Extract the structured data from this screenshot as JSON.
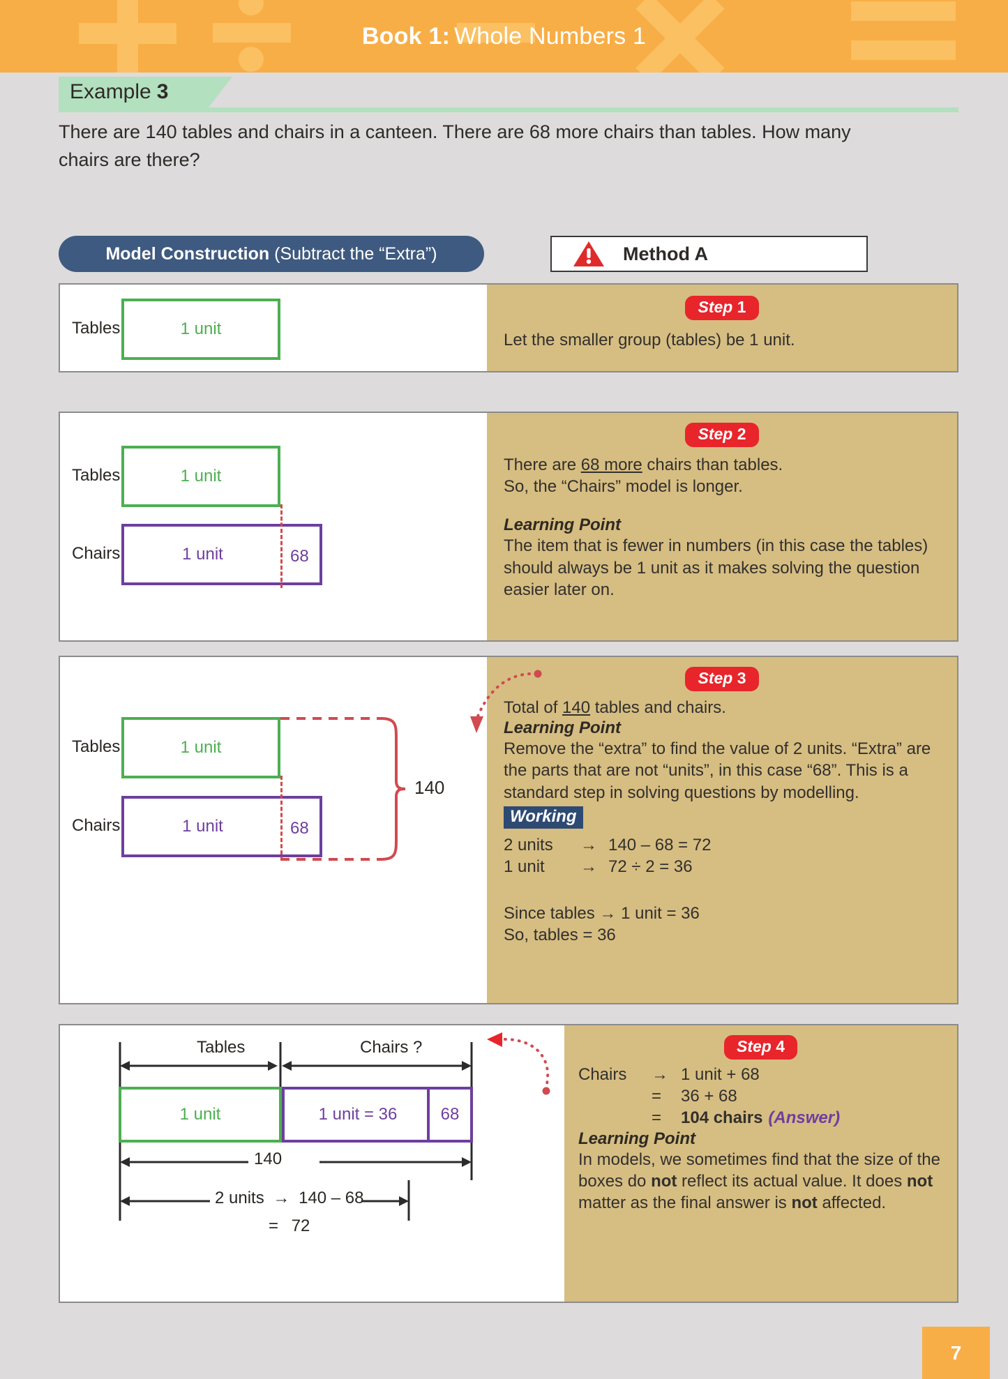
{
  "header": {
    "book_label": "Book 1:",
    "chapter": "Whole Numbers 1",
    "bg_color": "#f8ae46",
    "symbols": [
      "plus-icon",
      "divide-icon",
      "minus-icon",
      "multiply-icon",
      "equals-icon"
    ]
  },
  "example": {
    "label": "Example",
    "number": "3",
    "tab_color": "#b3e0bf"
  },
  "question": "There are 140 tables and chairs in a canteen. There are 68 more chairs than tables. How many chairs are there?",
  "banner": {
    "model_title": "Model Construction",
    "model_subtitle": "(Subtract the “Extra”)",
    "model_color": "#3f5a80",
    "method_label": "Method A",
    "method_icon": "warning-triangle-icon"
  },
  "steps": [
    {
      "badge": "Step",
      "number": "1",
      "body": "Let the smaller group (tables) be 1 unit.",
      "diagram": {
        "rows": [
          {
            "label": "Tables",
            "color": "green",
            "caption": "1 unit"
          }
        ]
      }
    },
    {
      "badge": "Step",
      "number": "2",
      "line1_a": "There are ",
      "line1_u": "68 more",
      "line1_b": " chairs than tables.",
      "line2": "So, the “Chairs” model is longer.",
      "lp_title": "Learning Point",
      "lp_body": "The item that is fewer in numbers (in this case the tables) should always be 1 unit as it makes solving the question easier later on.",
      "diagram": {
        "rows": [
          {
            "label": "Tables",
            "color": "green",
            "caption": "1 unit"
          },
          {
            "label": "Chairs",
            "color": "purple",
            "caption": "1 unit",
            "extra": "68"
          }
        ]
      }
    },
    {
      "badge": "Step",
      "number": "3",
      "line1_a": "Total of ",
      "line1_u": "140",
      "line1_b": " tables and chairs.",
      "lp_title": "Learning Point",
      "lp_body": "Remove the “extra” to find the value of 2 units. “Extra” are the parts that are not “units”, in this case “68”. This is a standard step in solving questions by modelling.",
      "working_tag": "Working",
      "working": [
        {
          "left": "2 units",
          "arrow": "→",
          "right": "140 – 68 = 72"
        },
        {
          "left": "1 unit",
          "arrow": "→",
          "right": "72 ÷ 2 = 36"
        }
      ],
      "since_line": "Since tables → 1 unit = 36",
      "so_line": "So, tables = 36",
      "diagram": {
        "brace_label": "140",
        "rows": [
          {
            "label": "Tables",
            "color": "green",
            "caption": "1 unit"
          },
          {
            "label": "Chairs",
            "color": "purple",
            "caption": "1 unit",
            "extra": "68"
          }
        ]
      }
    },
    {
      "badge": "Step",
      "number": "4",
      "calc": [
        {
          "left": "Chairs",
          "op": "→",
          "right": "1 unit + 68",
          "bold": false
        },
        {
          "left": "",
          "op": "=",
          "right": "36 + 68",
          "bold": false
        },
        {
          "left": "",
          "op": "=",
          "right": "104 chairs",
          "answer": "(Answer)",
          "bold": true
        }
      ],
      "lp_title": "Learning Point",
      "lp_parts": [
        {
          "t": "In models, we sometimes find that the size of the boxes do ",
          "b": false
        },
        {
          "t": "not",
          "b": true
        },
        {
          "t": " reflect its actual value. It does ",
          "b": false
        },
        {
          "t": "not",
          "b": true
        },
        {
          "t": " matter as the final answer is ",
          "b": false
        },
        {
          "t": "not",
          "b": true
        },
        {
          "t": " affected.",
          "b": false
        }
      ],
      "diagram": {
        "top_left_label": "Tables",
        "top_right_label": "Chairs ?",
        "green_caption": "1 unit",
        "purple_caption": "1 unit = 36",
        "extra_caption": "68",
        "total_label": "140",
        "units_label": "2 units",
        "units_arrow": "→",
        "units_calc": "140 – 68",
        "units_result_eq": "=",
        "units_result": "72"
      }
    }
  ],
  "footer": {
    "page_number": "7",
    "color": "#f8ae46"
  },
  "colors": {
    "green": "#4caf50",
    "purple": "#6d3f9e",
    "red": "#e8252b",
    "tan": "#d6bd82",
    "navy": "#2e4a73",
    "page_bg": "#dedbdc"
  }
}
